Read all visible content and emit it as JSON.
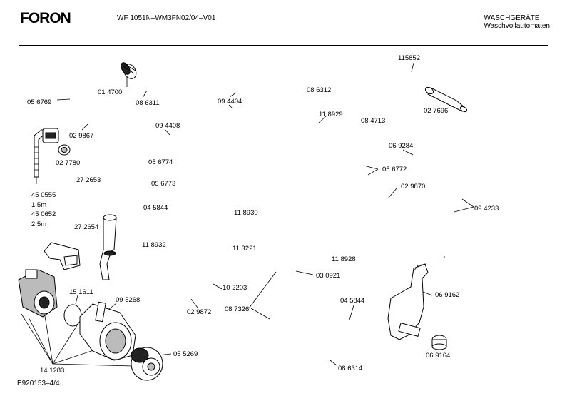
{
  "header": {
    "brand": "FORON",
    "model": "WF 1051N–WM3FN02/04–V01",
    "category_line1": "WASCHGERÄTE",
    "category_line2": "Waschvollautomaten"
  },
  "footer": {
    "drawing_id": "E920153–4/4"
  },
  "labels": {
    "p115852": "115852",
    "p014700": "01 4700",
    "p086311": "08 6311",
    "p094404": "09 4404",
    "p086312": "08 6312",
    "p056769": "05 6769",
    "p118929": "11 8929",
    "p084713": "08 4713",
    "p027696": "02 7696",
    "p094408": "09 4408",
    "p029867": "02 9867",
    "p027780": "02 7780",
    "p069284": "06 9284",
    "p056774": "05 6774",
    "p056772": "05 6772",
    "p272653": "27 2653",
    "p056773": "05 6773",
    "p029870": "02 9870",
    "p450555": "45 0555",
    "p15m": "1,5m",
    "p450652": "45 0652",
    "p25m": "2,5m",
    "p045844a": "04 5844",
    "p118930": "11 8930",
    "p094233": "09 4233",
    "p272654": "27 2654",
    "p118932": "11 8932",
    "p113221": "11 3221",
    "p118928": "11 8928",
    "p030921": "03 0921",
    "p102203": "10 2203",
    "p151611": "15 1611",
    "p095268": "09 5268",
    "p029872": "02 9872",
    "p087326": "08 7326",
    "p045844b": "04 5844",
    "p069162": "06 9162",
    "p055269": "05 5269",
    "p069164": "06 9164",
    "p141283": "14 1283",
    "p086314": "08 6314"
  }
}
